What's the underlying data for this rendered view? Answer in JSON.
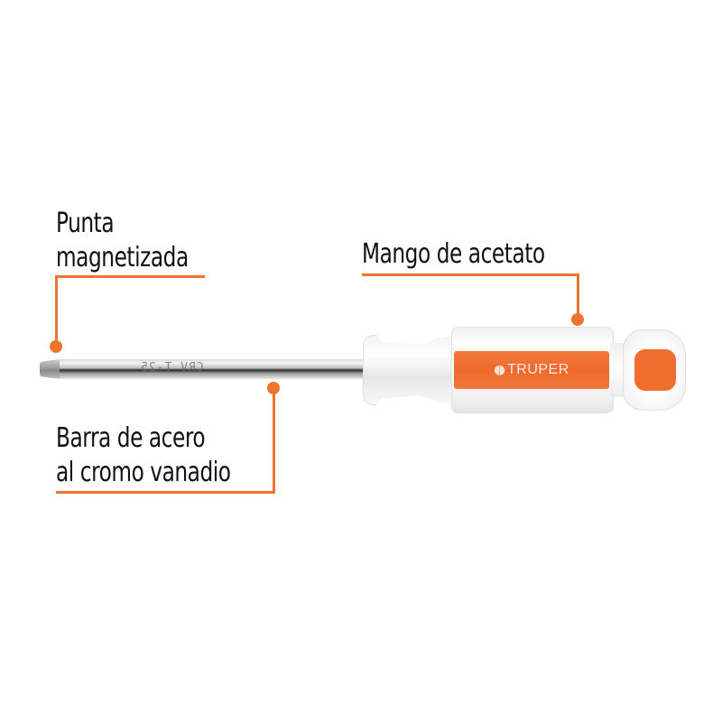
{
  "product": {
    "brand": "TRUPER",
    "shaft_engraving": "CRV T-25"
  },
  "callouts": [
    {
      "id": "tip",
      "lines": [
        "Punta",
        "magnetizada"
      ]
    },
    {
      "id": "handle",
      "lines": [
        "Mango de acetato"
      ]
    },
    {
      "id": "shaft",
      "lines": [
        "Barra de acero",
        "al cromo vanadio"
      ]
    }
  ],
  "colors": {
    "accent": "#ee7430",
    "handle_stripe": "#ef6d2e",
    "text": "#111111",
    "background": "#ffffff"
  }
}
